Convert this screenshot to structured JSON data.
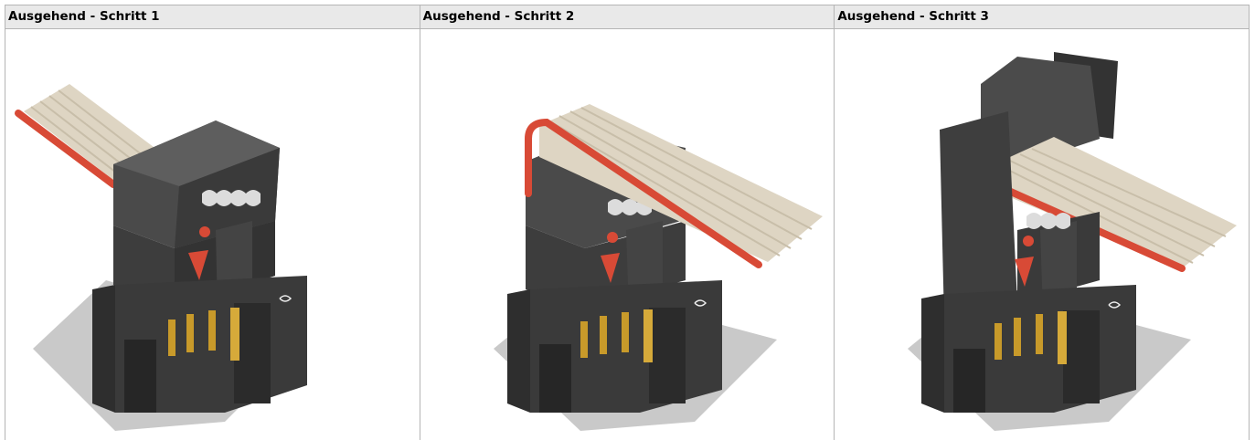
{
  "table": {
    "headers": [
      "Ausgehend - Schritt 1",
      "Ausgehend - Schritt 2",
      "Ausgehend - Schritt 3"
    ],
    "images": [
      {
        "subject": "connector-step-1"
      },
      {
        "subject": "connector-step-2"
      },
      {
        "subject": "connector-step-3"
      }
    ]
  },
  "colors": {
    "header_bg": "#e9e9e9",
    "border": "#b5b5b5",
    "body_dark": "#3b3b3b",
    "cable_beige": "#ded5c3",
    "cable_red": "#d84a36",
    "pin_gold": "#c89a2a",
    "shadow": "#c8c8c8"
  }
}
